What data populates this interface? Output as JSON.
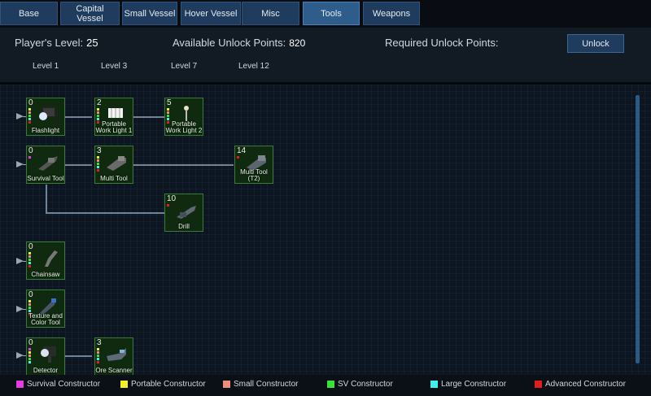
{
  "tabs": [
    {
      "label": "Base"
    },
    {
      "label": "Capital Vessel"
    },
    {
      "label": "Small Vessel"
    },
    {
      "label": "Hover Vessel"
    },
    {
      "label": "Misc"
    },
    {
      "label": "Tools",
      "active": true
    },
    {
      "label": "Weapons"
    }
  ],
  "header": {
    "player_level_label": "Player's Level:",
    "player_level_value": "25",
    "available_points_label": "Available Unlock Points:",
    "available_points_value": "820",
    "required_points_label": "Required Unlock Points:",
    "unlock_button": "Unlock"
  },
  "level_columns": [
    "Level 1",
    "Level 3",
    "Level 7",
    "Level 12"
  ],
  "nodes": [
    {
      "count": "0",
      "label": "Flashlight",
      "icon": "flashlight-icon"
    },
    {
      "count": "2",
      "label": "Portable Work Light 1",
      "icon": "work-light-icon"
    },
    {
      "count": "5",
      "label": "Portable Work Light 2",
      "icon": "work-light-lamp-icon"
    },
    {
      "count": "0",
      "label": "Survival Tool",
      "icon": "survival-tool-icon"
    },
    {
      "count": "3",
      "label": "Multi Tool",
      "icon": "multi-tool-icon"
    },
    {
      "count": "14",
      "label": "Multi Tool (T2)",
      "icon": "multi-tool-t2-icon"
    },
    {
      "count": "10",
      "label": "Drill",
      "icon": "drill-icon"
    },
    {
      "count": "0",
      "label": "Chainsaw",
      "icon": "chainsaw-icon"
    },
    {
      "count": "0",
      "label": "Texture and Color Tool",
      "icon": "paint-tool-icon"
    },
    {
      "count": "0",
      "label": "Detector",
      "icon": "detector-icon"
    },
    {
      "count": "3",
      "label": "Ore Scanner",
      "icon": "ore-scanner-icon"
    }
  ],
  "legend": [
    {
      "label": "Survival Constructor",
      "color": "#e23de2"
    },
    {
      "label": "Portable Constructor",
      "color": "#f2ef2a"
    },
    {
      "label": "Small Constructor",
      "color": "#f08b7e"
    },
    {
      "label": "SV Constructor",
      "color": "#36e336"
    },
    {
      "label": "Large Constructor",
      "color": "#3ef0f0"
    },
    {
      "label": "Advanced Constructor",
      "color": "#e21d1d"
    }
  ]
}
